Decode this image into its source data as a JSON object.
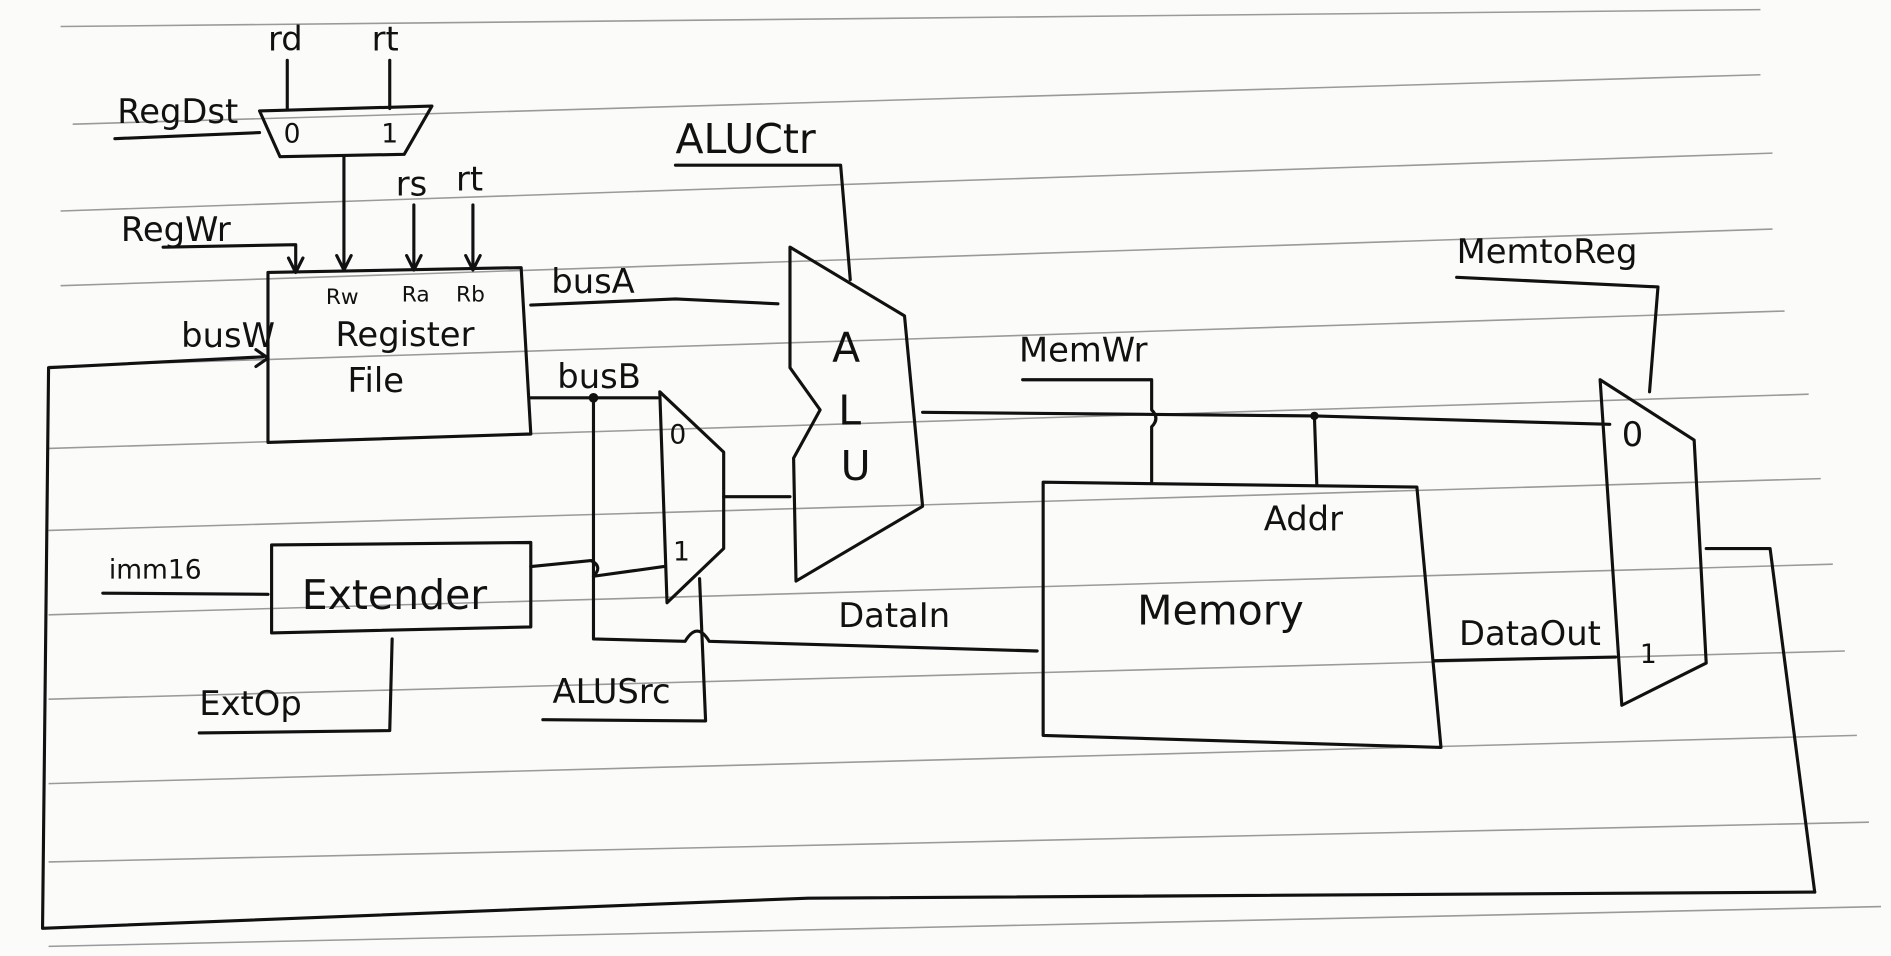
{
  "diagram": {
    "reg_dst_mux": {
      "in0": "rd",
      "in1": "rt",
      "control": "RegDst",
      "port0": "0",
      "port1": "1"
    },
    "register_file": {
      "title_line1": "Register",
      "title_line2": "File",
      "port_rw": "Rw",
      "port_ra": "Ra",
      "port_rb": "Rb",
      "input_rs": "rs",
      "input_rt": "rt",
      "write_enable": "RegWr",
      "bus_w": "busW",
      "bus_a": "busA",
      "bus_b": "busB"
    },
    "extender": {
      "label": "Extender",
      "input": "imm16",
      "control": "ExtOp"
    },
    "alu_src_mux": {
      "control": "ALUSrc",
      "port0": "0",
      "port1": "1"
    },
    "alu": {
      "letter1": "A",
      "letter2": "L",
      "letter3": "U",
      "control": "ALUCtr"
    },
    "memory": {
      "label": "Memory",
      "addr": "Addr",
      "data_in": "DataIn",
      "data_out": "DataOut",
      "write_enable": "MemWr"
    },
    "mem_to_reg_mux": {
      "control": "MemtoReg",
      "port0": "0",
      "port1": "1"
    }
  }
}
